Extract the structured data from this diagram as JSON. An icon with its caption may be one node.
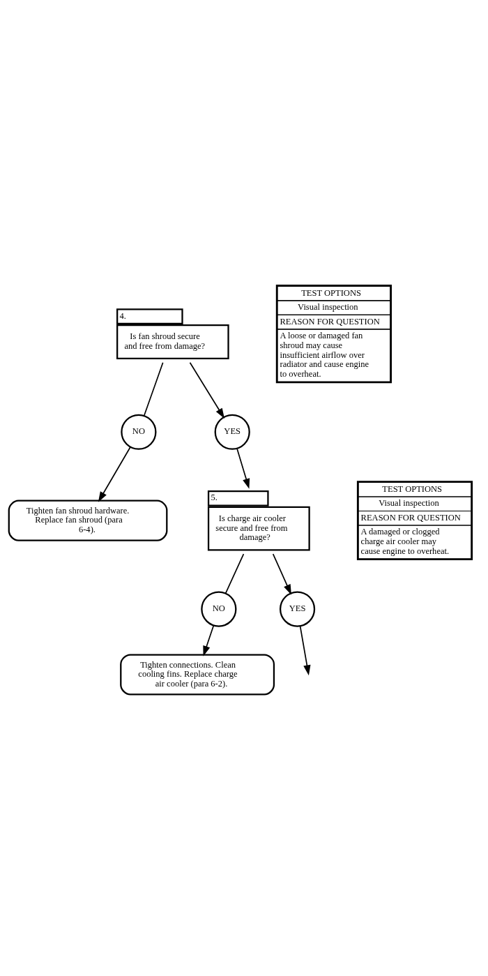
{
  "diagram": {
    "nodes": [
      {
        "text": [
          "4.",
          "Is fan shroud secure and free from damage?"
        ]
      },
      {
        "text": [
          "TEST OPTIONS",
          "Visual inspection",
          "REASON FOR QUESTION",
          "A loose or damaged fan shroud may cause insufficient airflow over radiator and cause engine to overheat."
        ]
      },
      {
        "text": [
          "NO"
        ]
      },
      {
        "text": [
          "YES"
        ]
      },
      {
        "text": [
          "Tighten fan shroud hardware. Replace fan shroud (para 6-4)."
        ]
      },
      {
        "text": [
          "5.",
          "Is charge air cooler secure and free from damage?"
        ]
      },
      {
        "text": [
          "TEST OPTIONS",
          "Visual inspection",
          "REASON FOR QUESTION",
          "A damaged or clogged charge air cooler may cause engine to overheat."
        ]
      },
      {
        "text": [
          "NO"
        ]
      },
      {
        "text": [
          "YES"
        ]
      },
      {
        "text": [
          "Tighten connections. Clean cooling fins. Replace charge air cooler (para 6-2)."
        ]
      }
    ],
    "edges": [
      {
        "from": 0,
        "to": 2,
        "arrow": "none"
      },
      {
        "from": 2,
        "to": 4,
        "arrow": "to"
      },
      {
        "from": 0,
        "to": 3,
        "arrow": "to"
      },
      {
        "from": 3,
        "to": 5,
        "arrow": "to"
      },
      {
        "from": 5,
        "to": 7,
        "arrow": "none"
      },
      {
        "from": 7,
        "to": 9,
        "arrow": "to"
      },
      {
        "from": 5,
        "to": 8,
        "arrow": "to"
      },
      {
        "from": 8,
        "to": null,
        "arrow": "to"
      }
    ]
  }
}
